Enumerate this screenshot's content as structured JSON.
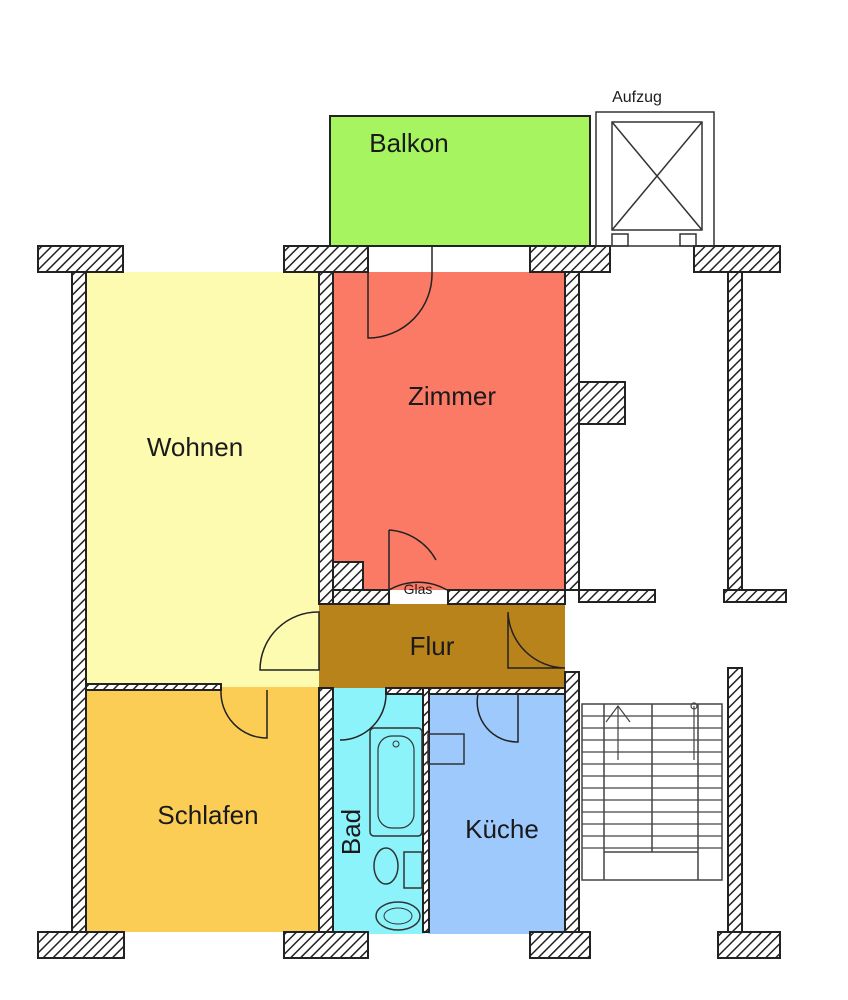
{
  "plan": {
    "rooms": {
      "balkon": {
        "label": "Balkon",
        "color": "#a6f560"
      },
      "zimmer": {
        "label": "Zimmer",
        "color": "#fb7a66"
      },
      "wohnen": {
        "label": "Wohnen",
        "color": "#fdfbb0"
      },
      "schlafen": {
        "label": "Schlafen",
        "color": "#fbcd55"
      },
      "flur": {
        "label": "Flur",
        "color": "#b8831b"
      },
      "bad": {
        "label": "Bad",
        "color": "#8df3fb"
      },
      "kueche": {
        "label": "Küche",
        "color": "#9ec9fd"
      }
    },
    "labels": {
      "aufzug": "Aufzug",
      "glas": "Glas"
    },
    "colors": {
      "wall_hatch": "#222222",
      "line": "#333333"
    }
  }
}
